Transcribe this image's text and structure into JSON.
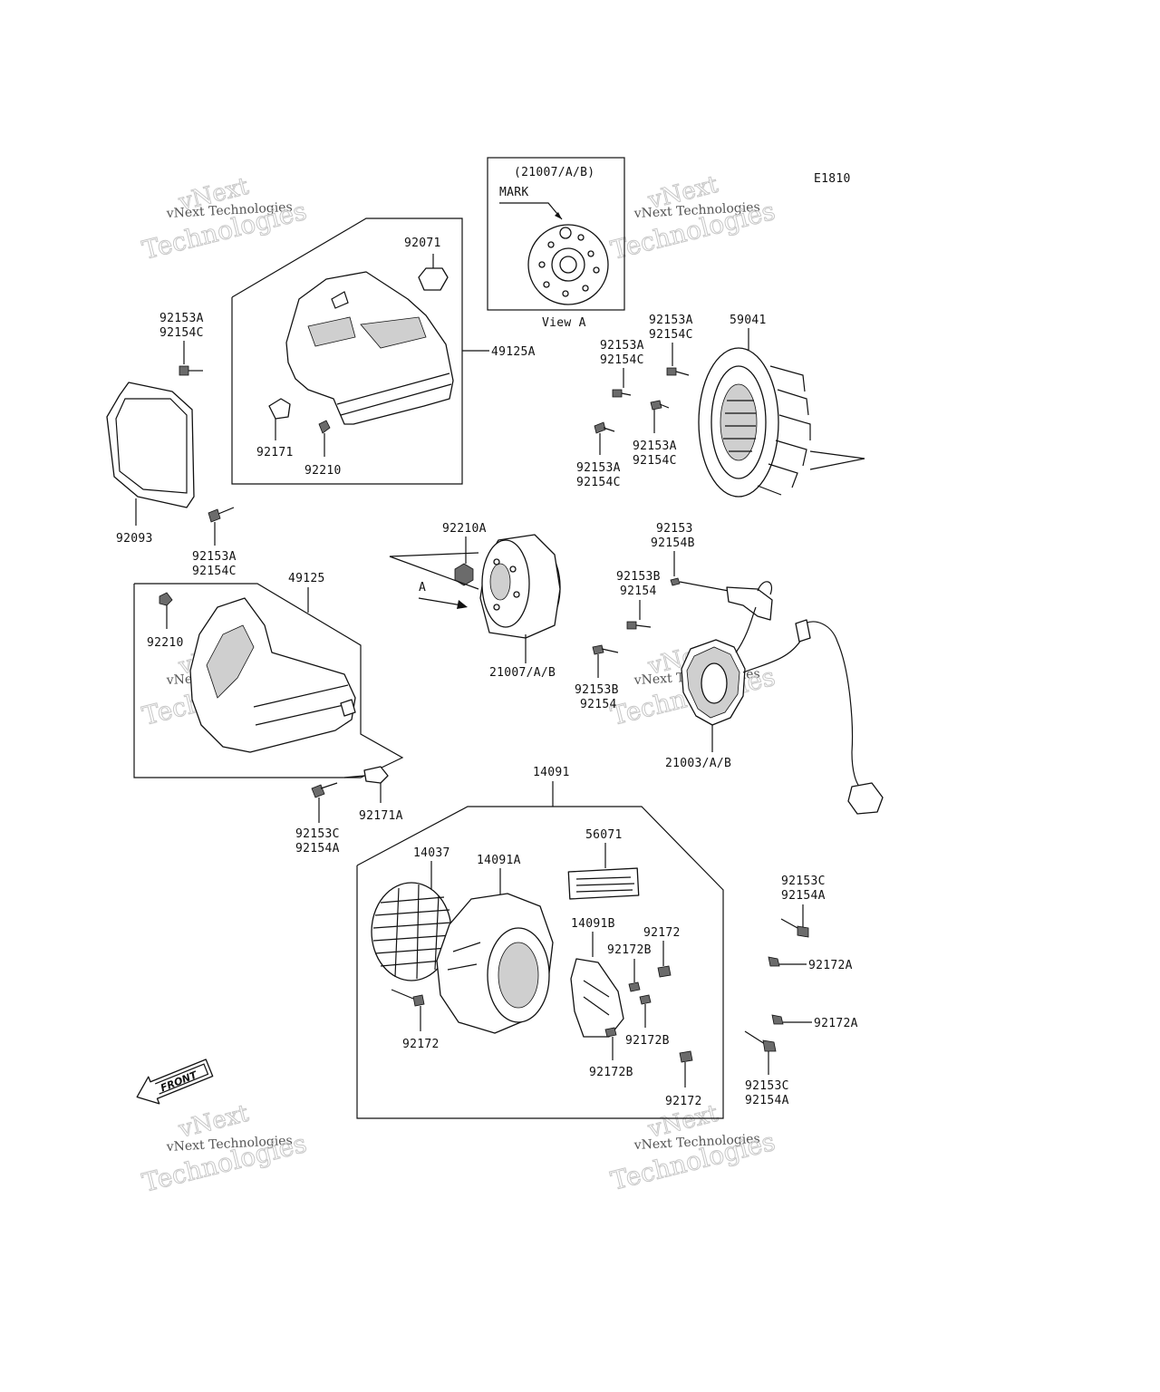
{
  "diagram_code": "E1810",
  "view_box": {
    "title": "(21007/A/B)",
    "mark": "MARK",
    "caption": "View A"
  },
  "arrow_letter": "A",
  "front_label": "FRONT",
  "watermark": {
    "line1": "vNext",
    "line2": "vNext Technologies",
    "line3": "Technologies"
  },
  "parts": {
    "p92071": "92071",
    "p49125A": "49125A",
    "p92171": "92171",
    "p92210_top": "92210",
    "p92153A_a": "92153A",
    "p92154C_a": "92154C",
    "p92093": "92093",
    "p92153A_b": "92153A",
    "p92154C_b": "92154C",
    "p92153A_c": "92153A",
    "p92154C_c": "92154C",
    "p92153A_d": "92153A",
    "p92154C_d": "92154C",
    "p92153A_e": "92153A",
    "p92154C_e": "92154C",
    "p92153A_f": "92153A",
    "p92154C_f": "92154C",
    "p59041": "59041",
    "p92210A": "92210A",
    "p21007": "21007/A/B",
    "p92153": "92153",
    "p92154B": "92154B",
    "p92153B_a": "92153B",
    "p92154_a": "92154",
    "p92153B_b": "92153B",
    "p92154_b": "92154",
    "p21003": "21003/A/B",
    "p49125": "49125",
    "p92210_low": "92210",
    "p92153C_a": "92153C",
    "p92154A_a": "92154A",
    "p92171A": "92171A",
    "p14091": "14091",
    "p14037": "14037",
    "p14091A": "14091A",
    "p56071": "56071",
    "p14091B": "14091B",
    "p92172_a": "92172",
    "p92172B_a": "92172B",
    "p92172_b": "92172",
    "p92172B_b": "92172B",
    "p92172B_c": "92172B",
    "p92172_c": "92172",
    "p92153C_b": "92153C",
    "p92154A_b": "92154A",
    "p92172A_a": "92172A",
    "p92172A_b": "92172A",
    "p92153C_c": "92153C",
    "p92154A_c": "92154A"
  }
}
